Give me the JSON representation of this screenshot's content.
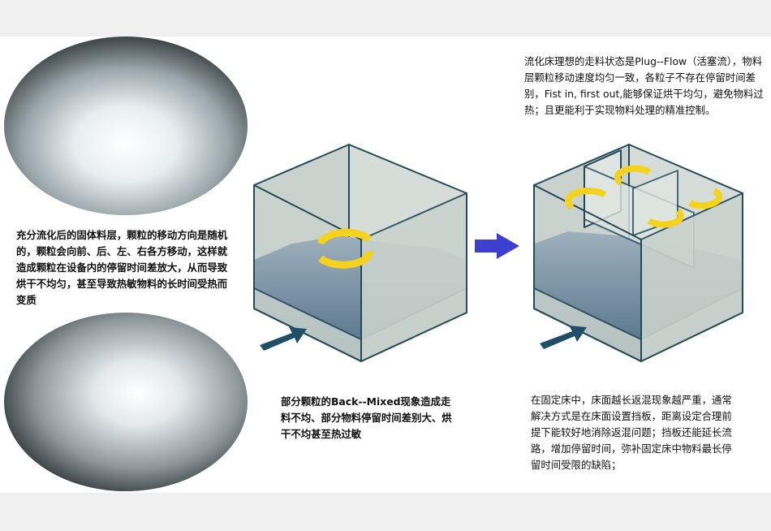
{
  "texts": {
    "plug_flow": "流化床理想的走料状态是Plug--Flow（活塞流），物料层颗粒移动速度均匀一致，各粒子不存在停留时间差别，Fist in, first out,能够保证烘干均匀，避免物料过热；且更能利于实现物料处理的精准控制。",
    "fluidized_layer": "充分流化后的固体料层，颗粒的移动方向是随机的，颗粒会向前、后、左、右各方移动，这样就造成颗粒在设备内的停留时间差放大，从而导致烘干不均匀，甚至导致热敏物料的长时间受热而变质",
    "back_mixed": "部分颗粒的Back--Mixed现象造成走料不均、部分物料停留时间差别大、烘干不均甚至热过敏",
    "baffle": "在固定床中，床面越长返混现象越严重，通常解决方式是在床面设置挡板，距离设定合理前提下能较好地消除返混问题；挡板还能延长流路，增加停留时间，弥补固定床中物料最长停留时间受限的缺陷；"
  },
  "colors": {
    "arrow_blue": "#3d3fd0",
    "inlet_arrow": "#1f4f66",
    "flow_arc": "#f5d21e",
    "box_face": "#c9d2cc",
    "box_edge": "#244a5a"
  }
}
